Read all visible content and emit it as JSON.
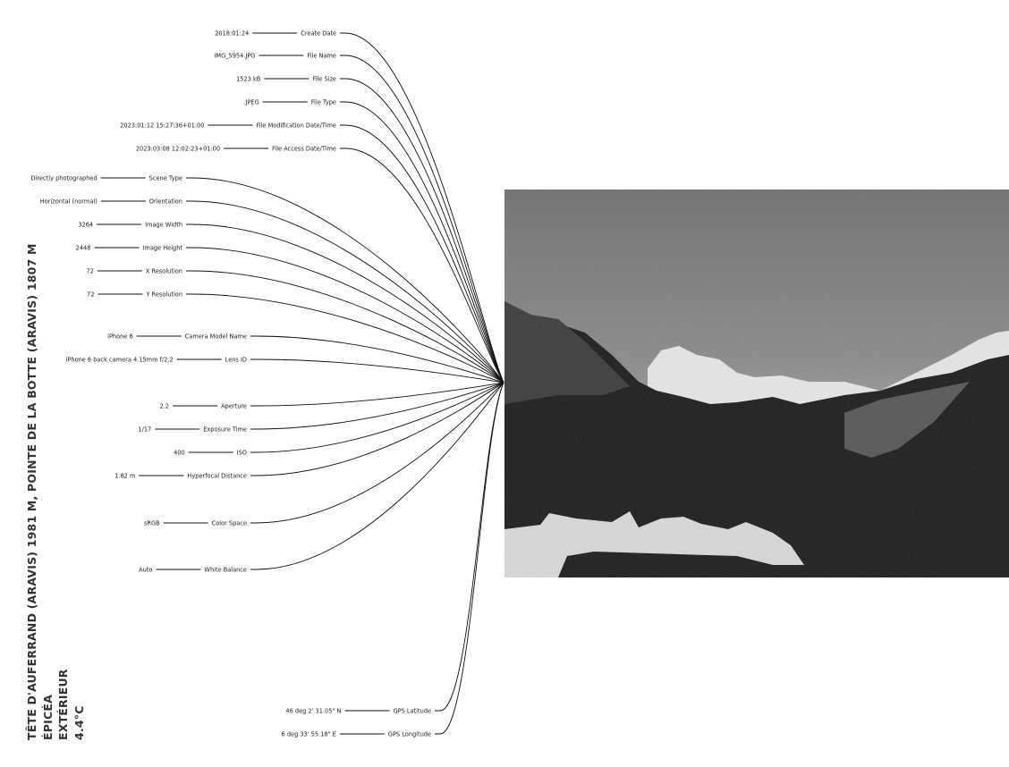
{
  "title_lines": [
    "TÊTE D'AUFERRAND (ARAVIS) 1981 M, POINTE DE LA BOTTE (ARAVIS) 1807 M",
    "ÉPICÉA",
    "EXTÉRIEUR",
    "4.4°C"
  ],
  "metadata": [
    {
      "label": "Create Date",
      "value": "2018:01:24",
      "group": 1
    },
    {
      "label": "File Name",
      "value": "IMG_5954.JPG",
      "group": 1
    },
    {
      "label": "File Size",
      "value": "1523 kB",
      "group": 1
    },
    {
      "label": "File Type",
      "value": "JPEG",
      "group": 1
    },
    {
      "label": "File Modification Date/Time",
      "value": "2023:01:12 15:27:36+01:00",
      "group": 1
    },
    {
      "label": "File Access Date/Time",
      "value": "2023:03:08 12:02:23+01:00",
      "group": 1
    },
    {
      "label": "Scene Type",
      "value": "Directly photographed",
      "group": 2
    },
    {
      "label": "Orientation",
      "value": "Horizontal (normal)",
      "group": 2
    },
    {
      "label": "Image Width",
      "value": "3264",
      "group": 2
    },
    {
      "label": "Image Height",
      "value": "2448",
      "group": 2
    },
    {
      "label": "X Resolution",
      "value": "72",
      "group": 2
    },
    {
      "label": "Y Resolution",
      "value": "72",
      "group": 2
    },
    {
      "label": "Camera Model Name",
      "value": "iPhone 6",
      "group": 3
    },
    {
      "label": "Lens ID",
      "value": "iPhone 6 back camera 4.15mm f/2.2",
      "group": 3
    },
    {
      "label": "Aperture",
      "value": "2.2",
      "group": 3
    },
    {
      "label": "Exposure Time",
      "value": "1/17",
      "group": 3
    },
    {
      "label": "ISO",
      "value": "400",
      "group": 3
    },
    {
      "label": "Hyperfocal Distance",
      "value": "1.82 m",
      "group": 3
    },
    {
      "label": "Color Space",
      "value": "sRGB",
      "group": 3
    },
    {
      "label": "White Balance",
      "value": "Auto",
      "group": 3
    },
    {
      "label": "GPS Latitude",
      "value": "46 deg 2' 31.05\" N",
      "group": 4
    },
    {
      "label": "GPS Longitude",
      "value": "6 deg 33' 55.18\" E",
      "group": 4
    }
  ]
}
